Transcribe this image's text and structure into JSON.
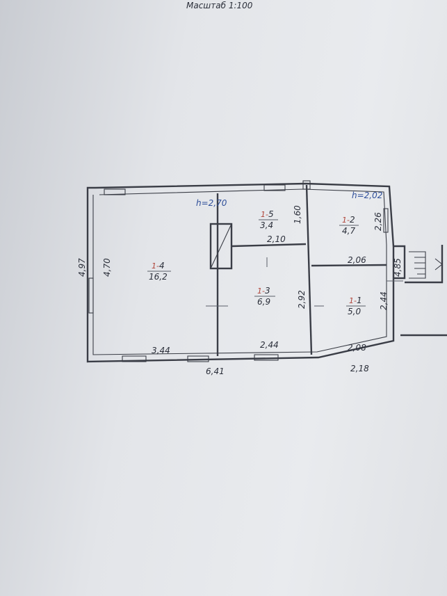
{
  "scale": "Масштаб 1:100",
  "heights": {
    "main": "h=2,70",
    "annex": "h=2,02"
  },
  "rooms": [
    {
      "id": "4",
      "prefix": "1-",
      "num": "4",
      "area": "16,2"
    },
    {
      "id": "5",
      "prefix": "1-",
      "num": "5",
      "area": "3,4"
    },
    {
      "id": "3",
      "prefix": "1-",
      "num": "3",
      "area": "6,9"
    },
    {
      "id": "2",
      "prefix": "1-",
      "num": "2",
      "area": "4,7"
    },
    {
      "id": "1",
      "prefix": "1-",
      "num": "1",
      "area": "5,0"
    }
  ],
  "dimensions": {
    "outer_height": "4,97",
    "room4_height": "4,70",
    "room4_width": "3,44",
    "total_width": "6,41",
    "room3_width": "2,44",
    "room5_width": "2,10",
    "room5_height": "1,60",
    "room3_height": "2,92",
    "room2_height": "2,26",
    "room2_width": "2,06",
    "room1_height": "2,44",
    "room1_width": "2,08",
    "annex_width": "2,18",
    "porch_height": "4,85"
  },
  "colors": {
    "line": "#3a3d46",
    "height_label": "#2f4f9a",
    "room_number": "#b0453a"
  }
}
